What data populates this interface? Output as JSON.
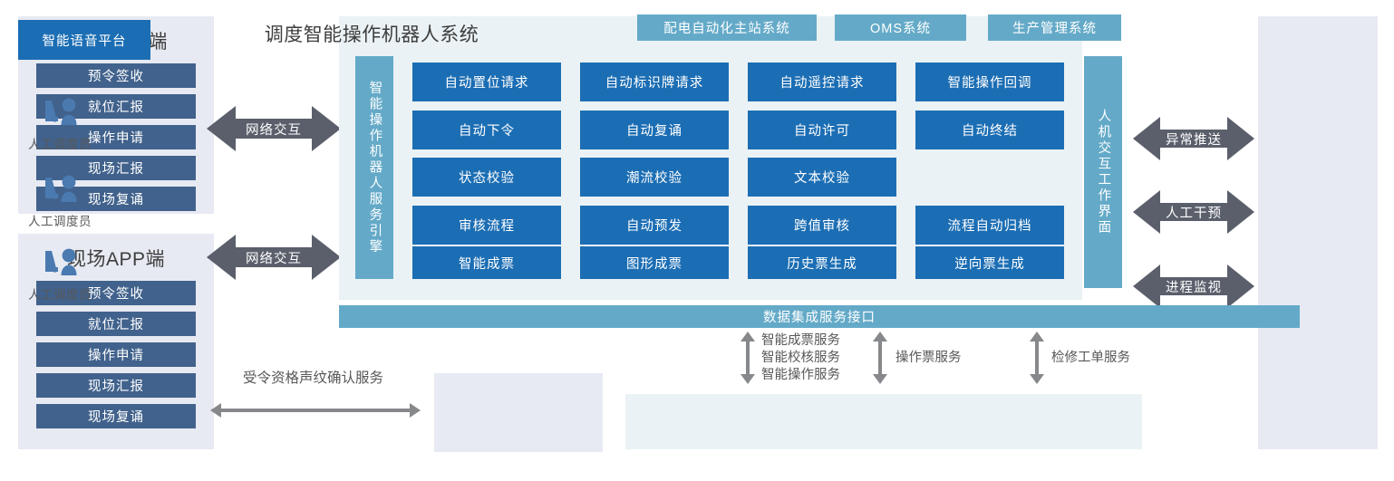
{
  "left_clients": [
    {
      "title": "现场WEB端",
      "items": [
        "预令签收",
        "就位汇报",
        "操作申请",
        "现场汇报",
        "现场复诵"
      ]
    },
    {
      "title": "现场APP端",
      "items": [
        "预令签收",
        "就位汇报",
        "操作申请",
        "现场汇报",
        "现场复诵"
      ]
    }
  ],
  "network_arrows": [
    {
      "label": "网络交互"
    },
    {
      "label": "网络交互"
    }
  ],
  "main": {
    "title": "调度智能操作机器人系统",
    "engine_label": "智能操作机器人服务引擎",
    "hmi_label": "人机交互工作界面",
    "grid": [
      [
        "自动置位请求",
        "自动标识牌请求",
        "自动遥控请求",
        "智能操作回调"
      ],
      [
        "自动下令",
        "自动复诵",
        "自动许可",
        "自动终结"
      ],
      [
        "状态校验",
        "潮流校验",
        "文本校验",
        ""
      ],
      [
        "审核流程",
        "自动预发",
        "跨值审核",
        "流程自动归档"
      ],
      [
        "智能成票",
        "图形成票",
        "历史票生成",
        "逆向票生成"
      ]
    ]
  },
  "right_arrows": [
    {
      "label": "异常推送"
    },
    {
      "label": "人工干预"
    },
    {
      "label": "进程监视"
    }
  ],
  "operators": [
    {
      "icon": "operator-desk-icon",
      "label": "人工调度员"
    },
    {
      "icon": "operator-desk-icon",
      "label": "人工调度员"
    },
    {
      "icon": "operator-desk-icon",
      "label": "人工调度员"
    }
  ],
  "integration_bar": {
    "label": "数据集成服务接口"
  },
  "service_links": [
    {
      "label": "智能成票服务\n智能校核服务\n智能操作服务"
    },
    {
      "label": "操作票服务"
    },
    {
      "label": "检修工单服务"
    }
  ],
  "external_systems": [
    "配电自动化主站系统",
    "OMS系统",
    "生产管理系统"
  ],
  "voice": {
    "service_label": "受令资格声纹确认服务",
    "platform_label": "智能语音平台"
  },
  "colors": {
    "primary_blue": "#1c6eb4",
    "teal": "#64aac8",
    "navy_button": "#41628c",
    "panel_bg": "#e7eaf2",
    "main_bg": "#eaf2f5",
    "arrow_gray": "#5a5f6b",
    "icon_blue": "#4a7ab0"
  }
}
